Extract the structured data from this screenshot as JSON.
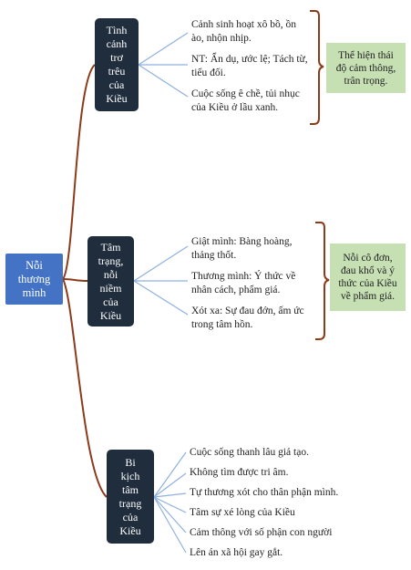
{
  "root": {
    "label": "Nỗi\nthương\nmình"
  },
  "branches": [
    {
      "label": "Tình\ncảnh\ntrơ\ntrêu\ncủa\nKiều",
      "items": [
        "Cảnh sinh hoạt xô bồ, ồn ào, nhộn nhịp.",
        "NT: Ẩn dụ, ước lệ; Tách từ, tiểu đối.",
        "Cuộc sống ê chề, tủi nhục của Kiều ở lầu xanh."
      ],
      "conclusion": "Thể hiện thái\nđộ cảm thông,\ntrân trọng."
    },
    {
      "label": "Tâm\ntrạng,\nnỗi\nniềm\ncủa\nKiều",
      "items": [
        "Giật mình: Bàng hoàng, thảng thốt.",
        "Thương mình: Ý thức về nhân cách, phẩm giá.",
        "Xót xa: Sự đau đớn, ấm ức trong tâm hồn."
      ],
      "conclusion": "Nỗi cô đơn,\nđau khổ và ý\nthức của Kiều\nvề phẩm giá."
    },
    {
      "label": "Bi\nkịch\ntâm\ntrạng\ncủa\nKiều",
      "items": [
        "Cuộc sống thanh lâu giả tạo.",
        "Không tìm được tri âm.",
        "Tự thương xót cho thân phận mình.",
        "Tâm sự xé lòng của Kiều",
        "Cảm thông với số phận con người",
        "Lên án xã hội gay gắt."
      ]
    }
  ],
  "colors": {
    "root": "#4472c4",
    "branch": "#1f2d3d",
    "connector": "#8b3a1a",
    "leaf_line": "#8fb0e0",
    "conclusion": "#c6e0b4"
  }
}
